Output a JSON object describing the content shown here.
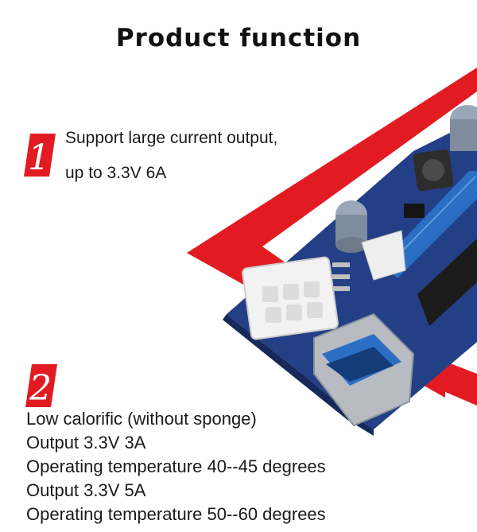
{
  "title": "Product function",
  "features": [
    {
      "number": "1",
      "lines": [
        "Support large current output,",
        "up to 3.3V 6A"
      ]
    },
    {
      "number": "2",
      "lines": [
        "Low calorific (without sponge)",
        "Output 3.3V 3A",
        "Operating temperature 40--45 degrees",
        "Output 3.3V 5A",
        "Operating temperature 50--60 degrees"
      ]
    }
  ],
  "colors": {
    "accent_red": "#e21b23",
    "pcb_blue": "#1f3f8a",
    "slot_blue": "#2b6fc4"
  }
}
